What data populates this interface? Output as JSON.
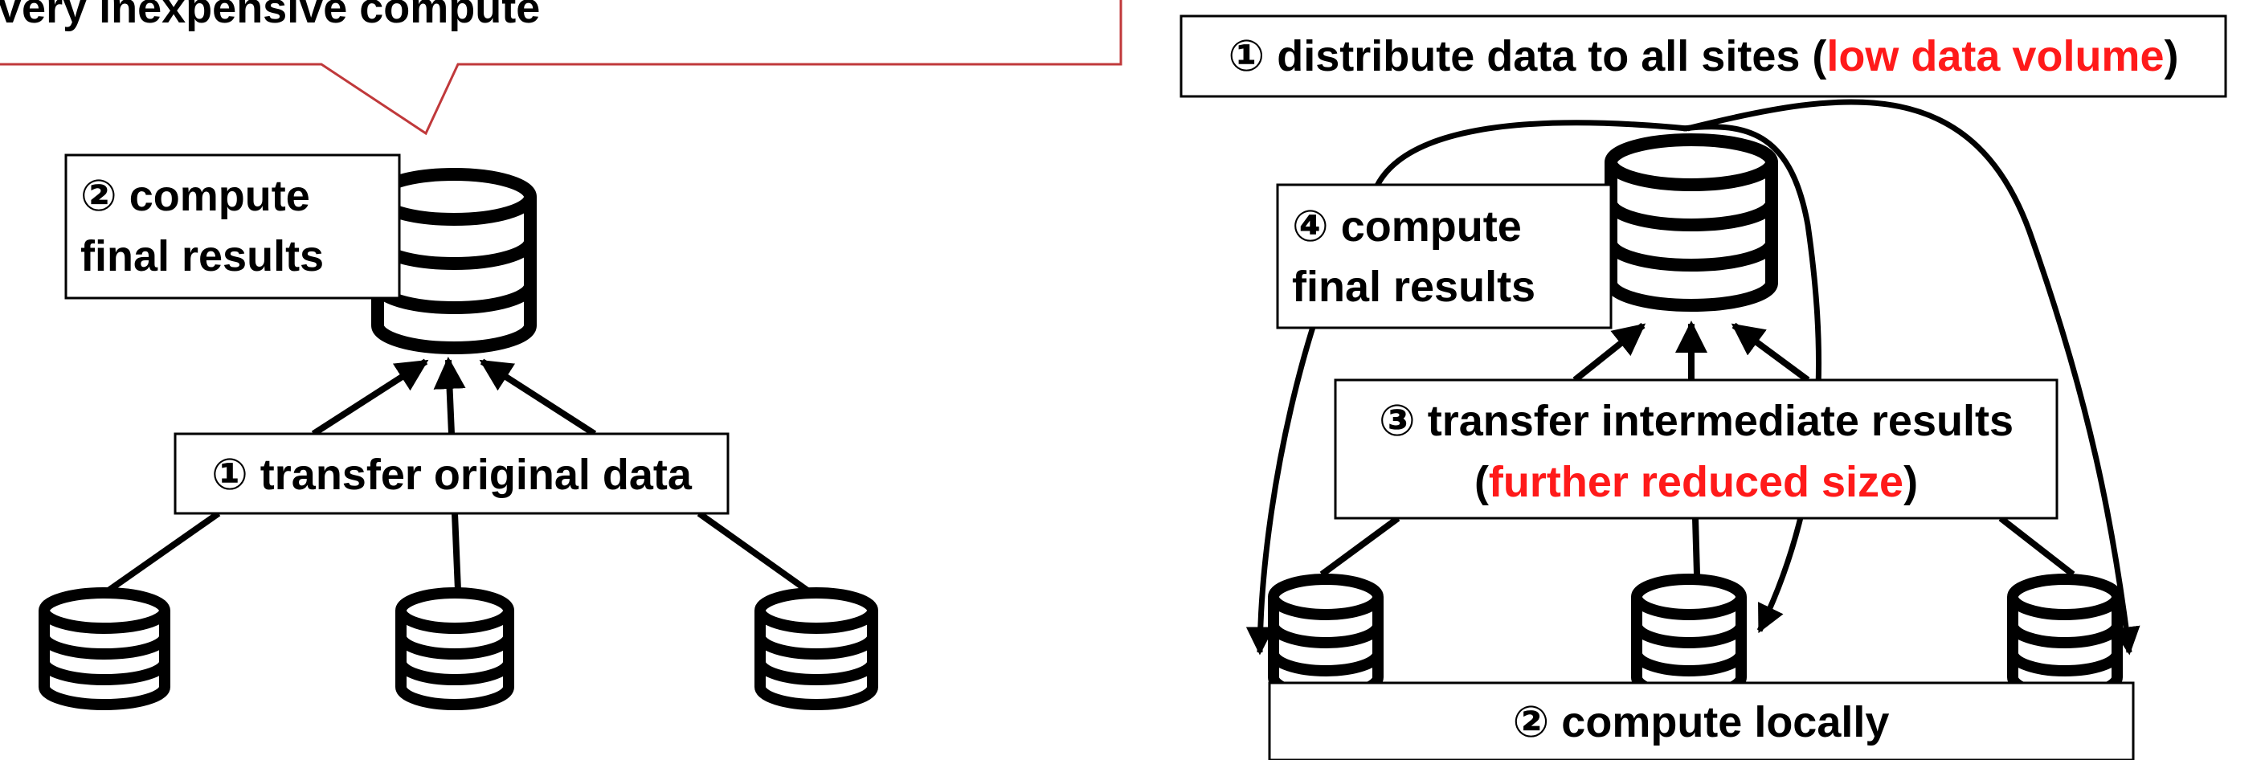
{
  "colors": {
    "background": "#ffffff",
    "ink": "#000000",
    "callout_border": "#c0393b",
    "emphasis_red": "#ff1a1a"
  },
  "left_panel": {
    "callout_text": "Very inexpensive compute",
    "step2_line1": "② compute",
    "step2_line2": "final results",
    "step1_label": "① transfer original data",
    "icons": [
      "database-icon-central",
      "database-icon-site-1",
      "database-icon-site-2",
      "database-icon-site-3"
    ]
  },
  "right_panel": {
    "step1_prefix": "①  distribute data to all sites (",
    "step1_emphasis": "low data volume",
    "step1_suffix": ")",
    "step4_line1": "④ compute",
    "step4_line2": "final results",
    "step3_line1": "③ transfer intermediate results",
    "step3_line2_prefix": "(",
    "step3_line2_emphasis": "further reduced size",
    "step3_line2_suffix": ")",
    "step2_label": "② compute locally",
    "icons": [
      "database-icon-central",
      "database-icon-site-1",
      "database-icon-site-2",
      "database-icon-site-3"
    ]
  }
}
